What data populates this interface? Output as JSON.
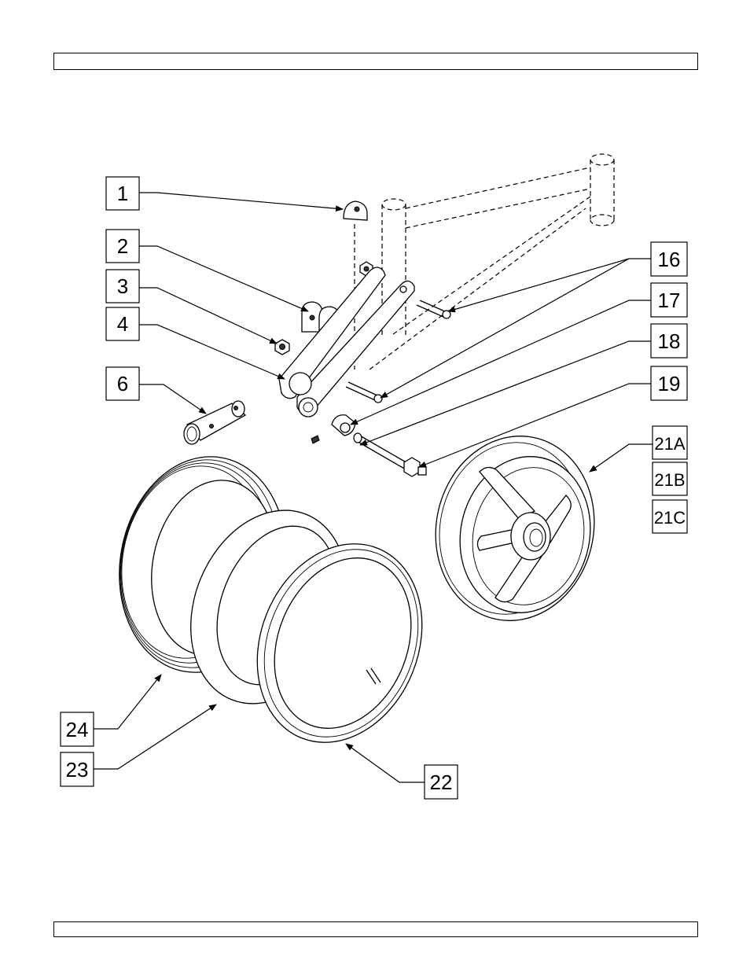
{
  "callouts": {
    "c1": "1",
    "c2": "2",
    "c3": "3",
    "c4": "4",
    "c6": "6",
    "c16": "16",
    "c17": "17",
    "c18": "18",
    "c19": "19",
    "c21a": "21A",
    "c21b": "21B",
    "c21c": "21C",
    "c22": "22",
    "c23": "23",
    "c24": "24"
  }
}
